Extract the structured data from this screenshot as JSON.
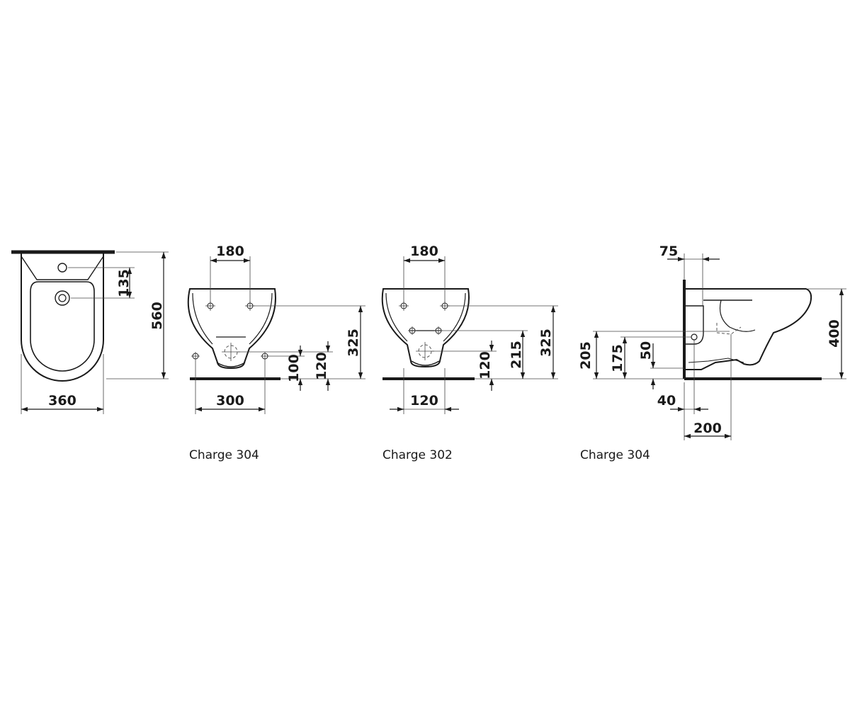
{
  "views": {
    "top": {
      "dims": {
        "width": "360",
        "length": "560",
        "hole_offset": "135"
      }
    },
    "front_a": {
      "dims": {
        "hole_spacing": "180",
        "mount_height": "325",
        "outlet_height": "120",
        "supply_height": "100",
        "supply_spacing": "300"
      },
      "caption": "Charge 304"
    },
    "front_b": {
      "dims": {
        "hole_spacing": "180",
        "mount_height": "325",
        "lower_holes_height": "215",
        "outlet_height": "120",
        "bottom_spacing": "120"
      },
      "caption": "Charge 302"
    },
    "side": {
      "dims": {
        "top_offset": "75",
        "total_height": "400",
        "supply_height": "205",
        "supply_height_inner": "175",
        "outlet_drop": "50",
        "wall_offset": "40",
        "projection": "200"
      },
      "caption": "Charge 304"
    }
  },
  "colors": {
    "line": "#1a1a1a",
    "guide": "#444444"
  }
}
